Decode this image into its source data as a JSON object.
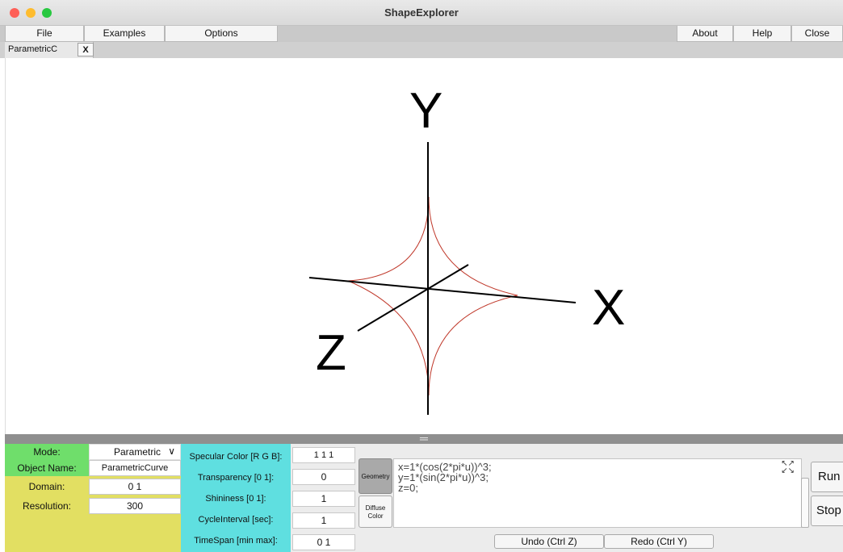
{
  "window": {
    "title": "ShapeExplorer"
  },
  "colors": {
    "close": "#fe5f57",
    "minimize": "#febc2e",
    "zoom": "#28c840",
    "curve": "#c0392b",
    "mode_bg": "#6fde6b",
    "props_bg": "#e2df62",
    "material_bg": "#5fdfe0"
  },
  "menu": {
    "file": "File",
    "examples": "Examples",
    "options": "Options",
    "about": "About",
    "help": "Help",
    "close": "Close"
  },
  "tab": {
    "label": "ParametricC",
    "close": "X"
  },
  "axes": {
    "y": "Y",
    "x": "X",
    "z": "Z"
  },
  "splitter": {
    "grip": "═"
  },
  "props": {
    "mode_label": "Mode:",
    "mode_value": "Parametric",
    "object_name_label": "Object Name:",
    "object_name_value": "ParametricCurve",
    "domain_label": "Domain:",
    "domain_value": "0 1",
    "resolution_label": "Resolution:",
    "resolution_value": "300"
  },
  "material": {
    "specular_label": "Specular Color [R G B]:",
    "specular_value": "1 1 1",
    "transparency_label": "Transparency [0 1]:",
    "transparency_value": "0",
    "shininess_label": "Shininess [0 1]:",
    "shininess_value": "1",
    "cycle_label": "CycleInterval [sec]:",
    "cycle_value": "1",
    "timespan_label": "TimeSpan [min max]:",
    "timespan_value": "0 1"
  },
  "editor": {
    "geometry_tab": "Geometry",
    "diffuse_tab_line1": "Diffuse",
    "diffuse_tab_line2": "Color",
    "lines": [
      "x=1*(cos(2*pi*u))^3;",
      "y=1*(sin(2*pi*u))^3;",
      "z=0;"
    ],
    "undo": "Undo (Ctrl Z)",
    "redo": "Redo (Ctrl Y)",
    "run": "Run",
    "stop": "Stop",
    "expand_icon": "expand-icon"
  }
}
